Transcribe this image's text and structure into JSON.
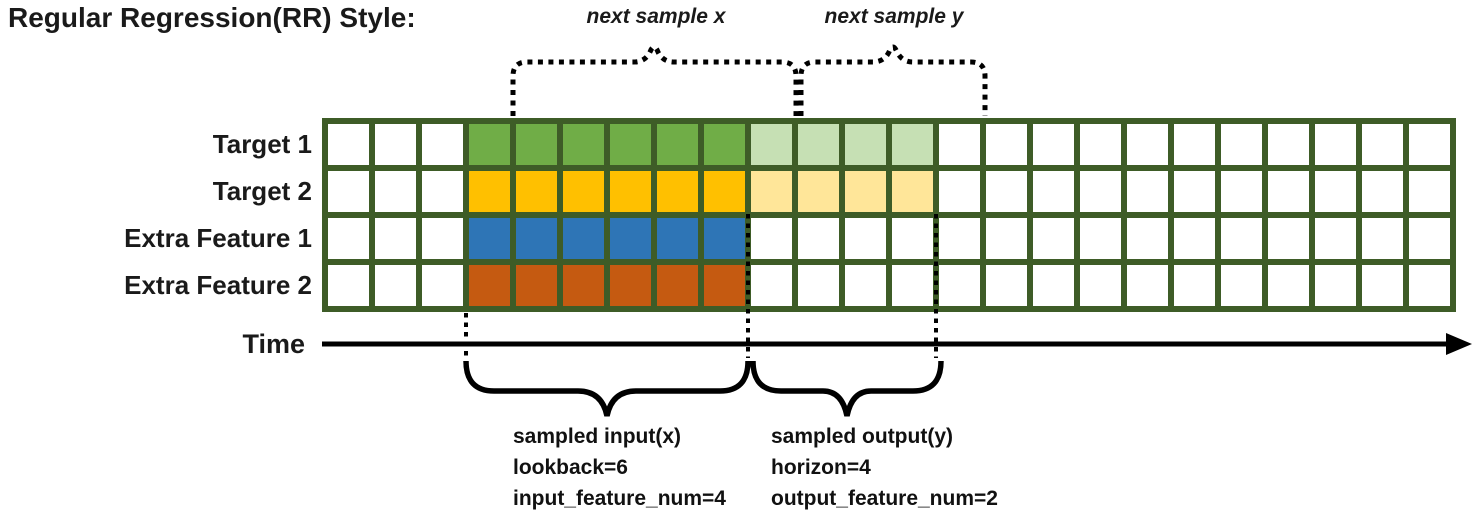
{
  "title": "Regular Regression(RR) Style:",
  "top_annotations": {
    "next_sample_x": "next sample x",
    "next_sample_y": "next sample y"
  },
  "grid": {
    "columns": 24,
    "line_color": "#3e5c27",
    "rows": [
      {
        "label": "Target 1",
        "segments": [
          {
            "count": 3,
            "color": "#ffffff"
          },
          {
            "count": 6,
            "color": "#70ad47"
          },
          {
            "count": 4,
            "color": "#c6e0b4"
          },
          {
            "count": 11,
            "color": "#ffffff"
          }
        ]
      },
      {
        "label": "Target 2",
        "segments": [
          {
            "count": 3,
            "color": "#ffffff"
          },
          {
            "count": 6,
            "color": "#ffc000"
          },
          {
            "count": 4,
            "color": "#ffe699"
          },
          {
            "count": 11,
            "color": "#ffffff"
          }
        ]
      },
      {
        "label": "Extra Feature 1",
        "segments": [
          {
            "count": 3,
            "color": "#ffffff"
          },
          {
            "count": 6,
            "color": "#2e75b6"
          },
          {
            "count": 15,
            "color": "#ffffff"
          }
        ]
      },
      {
        "label": "Extra Feature 2",
        "segments": [
          {
            "count": 3,
            "color": "#ffffff"
          },
          {
            "count": 6,
            "color": "#c55a11"
          },
          {
            "count": 15,
            "color": "#ffffff"
          }
        ]
      }
    ]
  },
  "time_axis": {
    "label": "Time"
  },
  "bottom_annotations": {
    "input": {
      "line1": "sampled input(x)",
      "line2": "lookback=6",
      "line3": "input_feature_num=4"
    },
    "output": {
      "line1": "sampled output(y)",
      "line2": "horizon=4",
      "line3": "output_feature_num=2"
    }
  },
  "colors": {
    "ink": "#000000",
    "grid_line": "#3e5c27",
    "target1_input": "#70ad47",
    "target1_output": "#c6e0b4",
    "target2_input": "#ffc000",
    "target2_output": "#ffe699",
    "extra_feature1_input": "#2e75b6",
    "extra_feature2_input": "#c55a11"
  },
  "parameters": {
    "lookback": 6,
    "horizon": 4,
    "input_feature_num": 4,
    "output_feature_num": 2
  }
}
